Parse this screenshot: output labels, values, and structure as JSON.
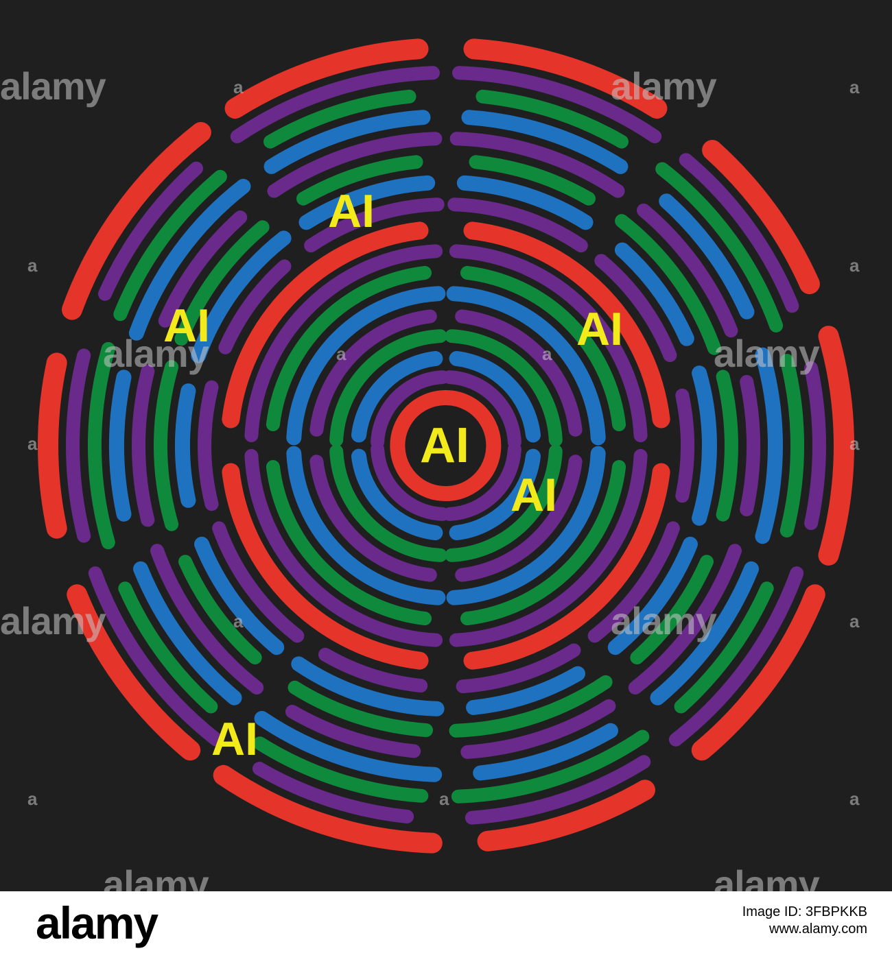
{
  "colors": {
    "background": "#1f1f1f",
    "red": "#e5342a",
    "purple": "#6a2a8c",
    "green": "#0f8a3c",
    "blue": "#1f72bf",
    "label": "#f2ea1a"
  },
  "labels": {
    "center": "AI",
    "top": "AI",
    "left": "AI",
    "right": "AI",
    "inner_right": "AI",
    "bottom_left": "AI"
  },
  "watermark": {
    "text": "alamy",
    "letter": "a"
  },
  "footer": {
    "logo": "alamy",
    "image_id": "Image ID: 3FBPKKB",
    "site": "www.alamy.com"
  }
}
